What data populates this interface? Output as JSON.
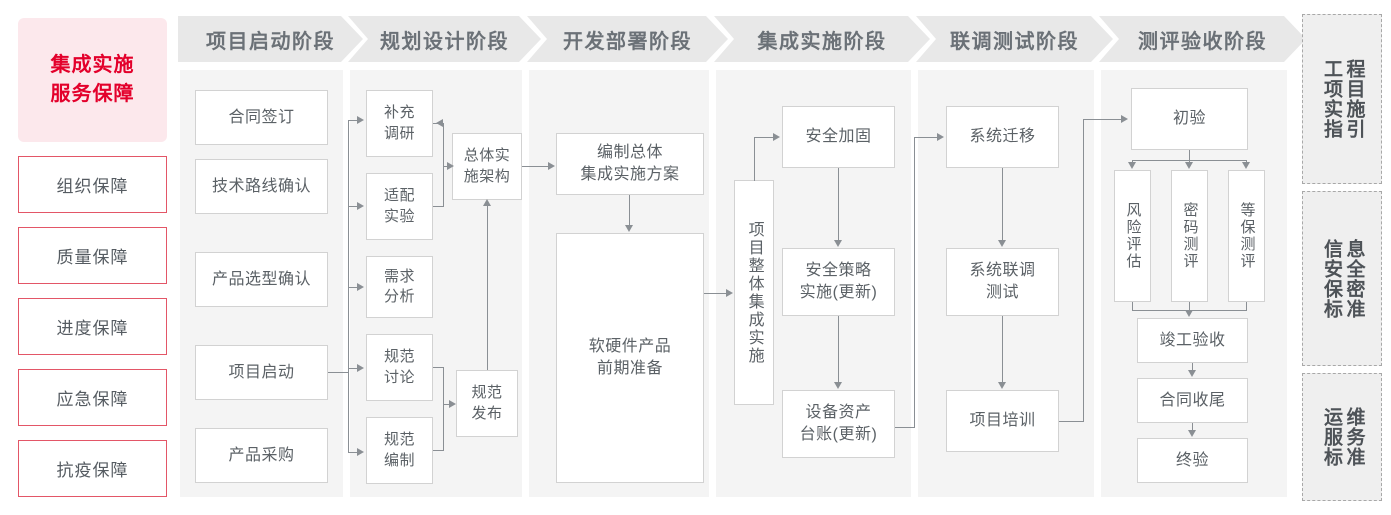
{
  "left_rail": {
    "title": "集成实施服务保障",
    "title_lines": [
      "集成实施",
      "服务保障"
    ],
    "items": [
      {
        "label": "组织保障"
      },
      {
        "label": "质量保障"
      },
      {
        "label": "进度保障"
      },
      {
        "label": "应急保障"
      },
      {
        "label": "抗疫保障"
      }
    ]
  },
  "phases": [
    {
      "id": "phase-1",
      "header": "项目启动阶段"
    },
    {
      "id": "phase-2",
      "header": "规划设计阶段"
    },
    {
      "id": "phase-3",
      "header": "开发部署阶段"
    },
    {
      "id": "phase-4",
      "header": "集成实施阶段"
    },
    {
      "id": "phase-5",
      "header": "联调测试阶段"
    },
    {
      "id": "phase-6",
      "header": "测评验收阶段"
    }
  ],
  "nodes": {
    "p1": [
      {
        "label": "合同签订"
      },
      {
        "label": "技术路线确认"
      },
      {
        "label": "产品选型确认"
      },
      {
        "label": "项目启动"
      },
      {
        "label": "产品采购"
      }
    ],
    "p2": [
      {
        "label": "补充\n调研"
      },
      {
        "label": "适配\n实验"
      },
      {
        "label": "需求\n分析"
      },
      {
        "label": "规范\n讨论"
      },
      {
        "label": "规范\n编制"
      },
      {
        "label": "总体实\n施架构"
      },
      {
        "label": "规范\n发布"
      }
    ],
    "p3": [
      {
        "label": "编制总体\n集成实施方案"
      },
      {
        "label": "软硬件产品\n前期准备"
      }
    ],
    "p4": [
      {
        "label": "项目整体集成实施"
      },
      {
        "label": "安全加固"
      },
      {
        "label": "安全策略\n实施(更新)"
      },
      {
        "label": "设备资产\n台账(更新)"
      }
    ],
    "p5": [
      {
        "label": "系统迁移"
      },
      {
        "label": "系统联调\n测试"
      },
      {
        "label": "项目培训"
      }
    ],
    "p6": [
      {
        "label": "初验"
      },
      {
        "label": "风险评估"
      },
      {
        "label": "密码测评"
      },
      {
        "label": "等保测评"
      },
      {
        "label": "竣工验收"
      },
      {
        "label": "合同收尾"
      },
      {
        "label": "终验"
      }
    ]
  },
  "right_rail": {
    "items": [
      {
        "full": "工程项目实施指引",
        "col_right": "程目施引",
        "col_left": "工项实指"
      },
      {
        "full": "信息安全保密标准",
        "col_right": "息全密准",
        "col_left": "信安保标"
      },
      {
        "full": "运维服务标准",
        "col_right": "维务准",
        "col_left": "运服标"
      }
    ]
  },
  "colors": {
    "accent_red": "#e3002b",
    "rail_border": "#e35667",
    "rail_fill": "#fce8ec",
    "column_bg": "#f4f4f4",
    "header_bg": "#e8e8e8",
    "header_text": "#6b7177",
    "node_border": "#d2d2d2",
    "node_text": "#5b6166",
    "connector": "#8a8f94",
    "std_bg": "#efefef",
    "std_border": "#a8a8a8"
  }
}
